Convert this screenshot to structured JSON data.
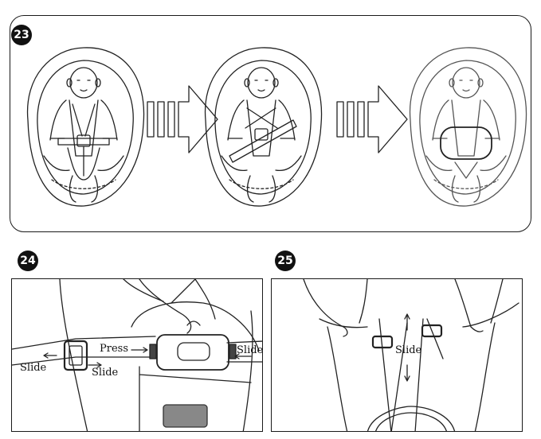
{
  "steps": {
    "step_23": {
      "number": "23"
    },
    "step_24": {
      "number": "24"
    },
    "step_25": {
      "number": "25"
    }
  },
  "labels": {
    "press": "Press",
    "slide_left": "Slide",
    "slide_center": "Slide",
    "slide_right": "Slide",
    "slide_25": "Slide"
  },
  "icons": {
    "arrow_23a": "hollow-right-arrow-icon",
    "arrow_23b": "hollow-right-arrow-icon"
  }
}
